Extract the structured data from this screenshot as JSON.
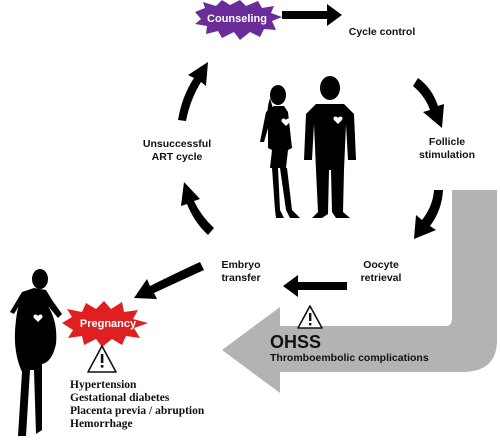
{
  "colors": {
    "arrow": "#000000",
    "ohss_arrow": "#b3b3b3",
    "counseling_burst": "#6a2c98",
    "pregnancy_burst": "#e02020",
    "silhouette": "#000000",
    "heart": "#ffffff"
  },
  "icons": {
    "warning": "warning-triangle-icon",
    "heart": "heart-icon",
    "couple": "couple-silhouette",
    "pregnant": "pregnant-woman-silhouette"
  },
  "cycle": {
    "counseling": "Counseling",
    "cycle_control": "Cycle control",
    "follicle_stimulation": "Follicle\nstimulation",
    "oocyte_retrieval": "Oocyte\nretrieval",
    "embryo_transfer": "Embryo\ntransfer",
    "unsuccessful_art": "Unsuccessful\nART cycle"
  },
  "pregnancy": {
    "label": "Pregnancy",
    "risks": [
      "Hypertension",
      "Gestational diabetes",
      "Placenta previa / abruption",
      "Hemorrhage"
    ]
  },
  "ohss": {
    "title": "OHSS",
    "subtitle": "Thromboembolic complications"
  }
}
